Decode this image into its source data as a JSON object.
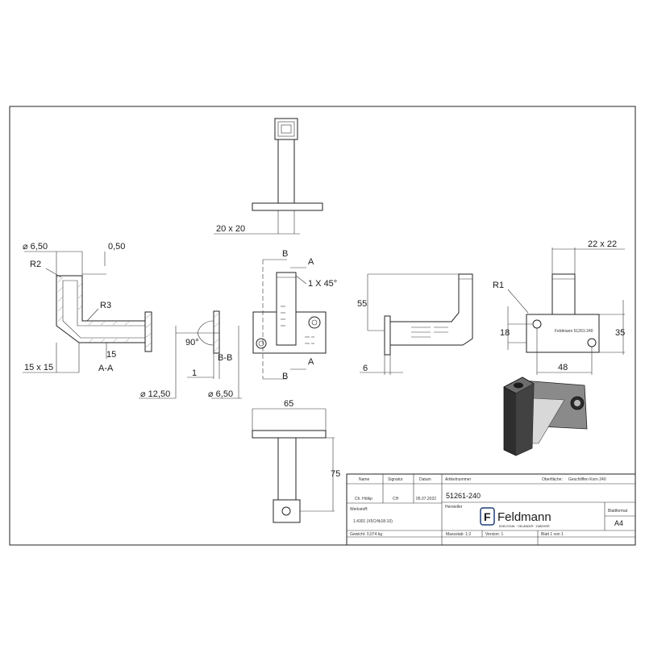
{
  "dimensions": {
    "top_view_tube": "20 x 20",
    "hole_diameter": "⌀ 6,50",
    "wall": "0,50",
    "radius_r2": "R2",
    "radius_r3": "R3",
    "tube_size": "15 x 15",
    "section_aa": "A-A",
    "wall_15": "15",
    "angle": "90°",
    "flange_1": "1",
    "section_bb": "B-B",
    "flange_diameter": "⌀ 12,50",
    "flange_hole": "⌀ 6,50",
    "chamfer": "1 X 45°",
    "section_b_top": "B",
    "section_b_bottom": "B",
    "section_a_top": "A",
    "section_a_bottom": "A",
    "height_55": "55",
    "thickness_6": "6",
    "width_22": "22 x 22",
    "radius_r1": "R1",
    "height_18": "18",
    "height_35": "35",
    "length_48": "48",
    "width_65": "65",
    "height_75": "75"
  },
  "title_block": {
    "col_name": "Name",
    "col_signature": "Signatur",
    "col_date": "Datum",
    "name": "Ch. Hölkp",
    "signature": "CH",
    "date": "05.07.2022",
    "article_label": "Artikelnummer",
    "article_number": "51261-240",
    "surface_label": "Oberfläche:",
    "surface_value": "Geschliffen Korn 240",
    "manufacturer_label": "Hersteller",
    "material_label": "Werkstoff:",
    "material_value": "1.4301 (X5CrNi18-10)",
    "weight_label": "Gewicht: 0,074 kg",
    "scale_label": "Massstab: 1:2",
    "version_label": "Version: 1",
    "sheet_label": "Blatt 1 von 1",
    "format_label": "Blattformat",
    "format_value": "A4",
    "company": "Feldmann",
    "company_tagline": "EDELSTAHL · GELÄNDER · ZUBEHÖR",
    "logo_letter": "F"
  },
  "colors": {
    "logo": "#1f3f7a",
    "line": "#222222"
  }
}
